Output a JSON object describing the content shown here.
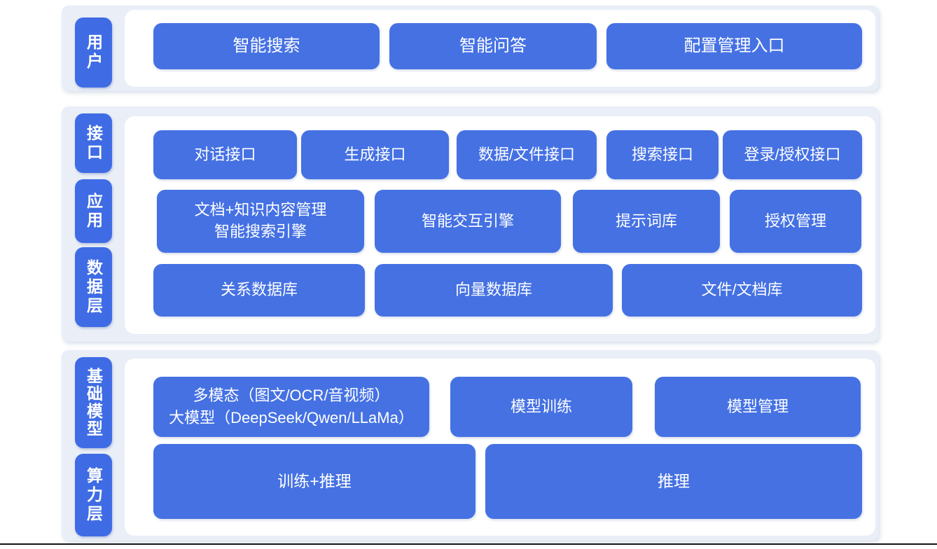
{
  "colors": {
    "box_blue": "#4571e3",
    "label_blue": "#3f6ce5",
    "panel_light": "#e9eef7",
    "panel_white": "#ffffff",
    "text_white": "#ffffff",
    "bottom_line": "#141414"
  },
  "layers": {
    "user": {
      "label": "用户",
      "boxes": [
        "智能搜索",
        "智能问答",
        "配置管理入口"
      ]
    },
    "middle": {
      "labels": [
        "接口",
        "应用",
        "数据层"
      ],
      "interface_row": [
        "对话接口",
        "生成接口",
        "数据/文件接口",
        "搜索接口",
        "登录/授权接口"
      ],
      "application_row": {
        "doc_line1": "文档+知识内容管理",
        "doc_line2": "智能搜索引擎",
        "interaction": "智能交互引擎",
        "prompt": "提示词库",
        "auth": "授权管理"
      },
      "data_row": [
        "关系数据库",
        "向量数据库",
        "文件/文档库"
      ]
    },
    "bottom": {
      "labels": [
        "基础模型",
        "算力层"
      ],
      "model_row": {
        "multimodal_line1": "多模态（图文/OCR/音视频）",
        "multimodal_line2": "大模型（DeepSeek/Qwen/LLaMa）",
        "training": "模型训练",
        "management": "模型管理"
      },
      "compute_row": [
        "训练+推理",
        "推理"
      ]
    }
  }
}
